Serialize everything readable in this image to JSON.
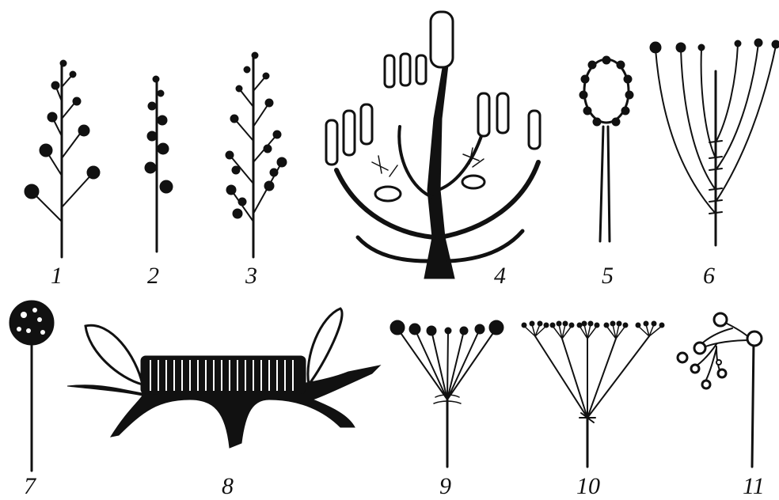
{
  "figure": {
    "labels": [
      "1",
      "2",
      "3",
      "4",
      "5",
      "6",
      "7",
      "8",
      "9",
      "10",
      "11"
    ]
  },
  "colors": {
    "ink": "#111111",
    "paper": "#ffffff"
  }
}
